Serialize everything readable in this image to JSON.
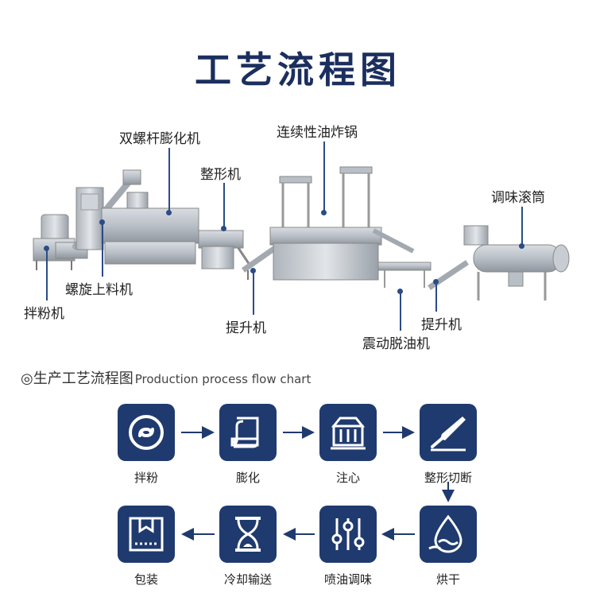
{
  "title": "工艺流程图",
  "equipment_labels": {
    "extruder": "双螺杆膨化机",
    "shaper": "整形机",
    "fryer": "连续性油炸锅",
    "seasoning_drum": "调味滚筒",
    "screw_feeder": "螺旋上料机",
    "mixer": "拌粉机",
    "elevator_1": "提升机",
    "deoiler": "震动脱油机",
    "elevator_2": "提升机"
  },
  "subtitle": {
    "symbol": "◎",
    "zh": "生产工艺流程图",
    "en": "Production process flow chart"
  },
  "steps": [
    {
      "label": "拌粉",
      "icon": "swirl-icon"
    },
    {
      "label": "膨化",
      "icon": "scroll-icon"
    },
    {
      "label": "注心",
      "icon": "machine-icon"
    },
    {
      "label": "整形切断",
      "icon": "knife-icon"
    },
    {
      "label": "烘干",
      "icon": "water-drop-icon"
    },
    {
      "label": "喷油调味",
      "icon": "sliders-icon"
    },
    {
      "label": "冷却输送",
      "icon": "hourglass-icon"
    },
    {
      "label": "包装",
      "icon": "package-icon"
    }
  ],
  "colors": {
    "accent": "#1f3a6e",
    "title": "#1b2f5e",
    "leader": "#2b4c86"
  }
}
